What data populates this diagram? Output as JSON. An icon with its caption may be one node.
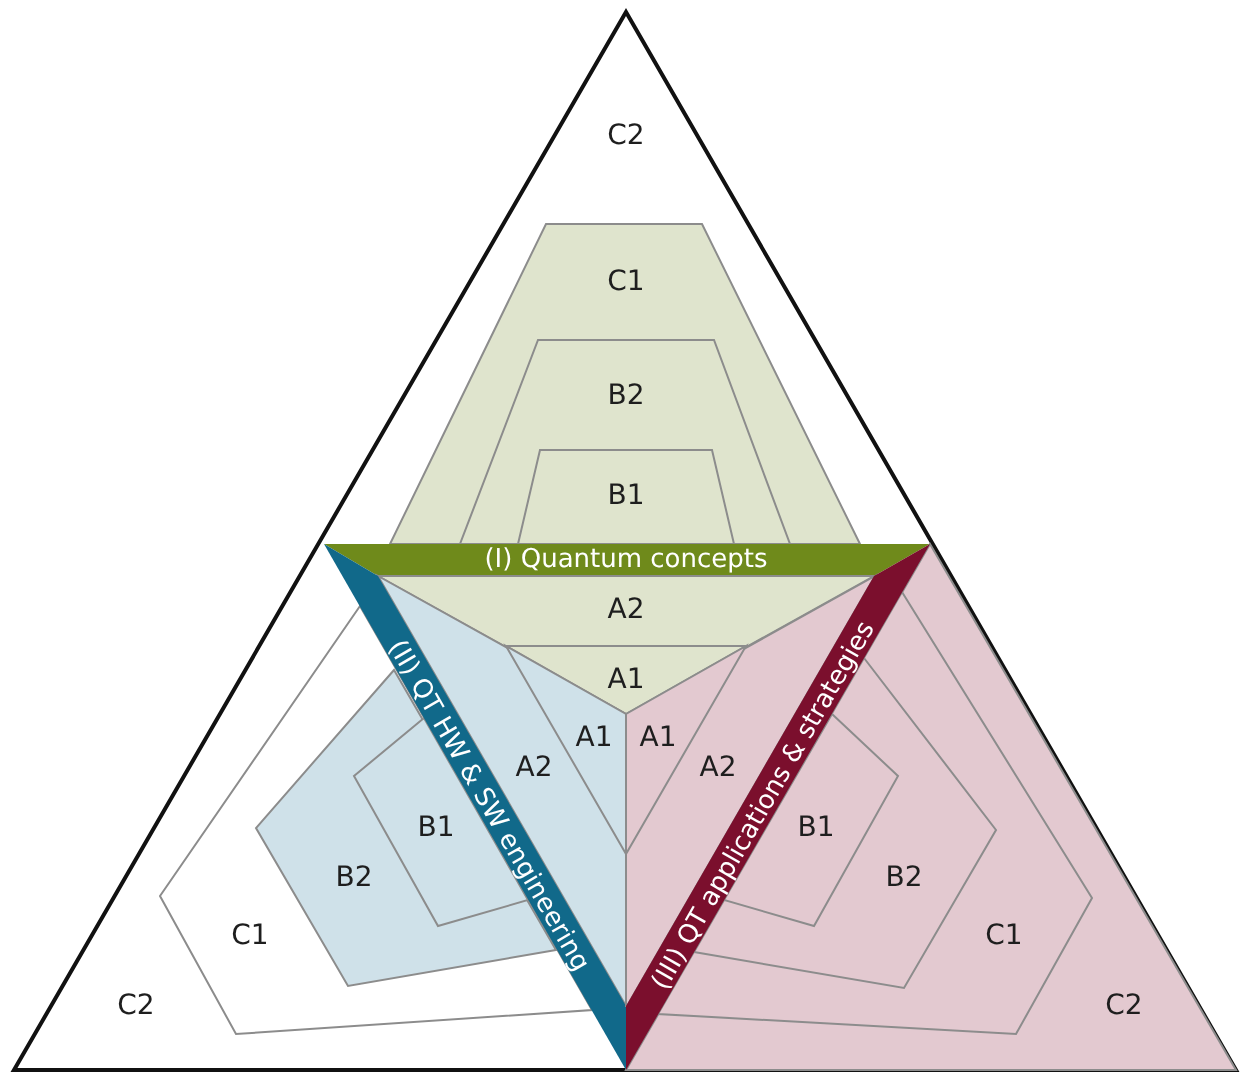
{
  "diagram": {
    "nodes": [
      {
        "text": [
          "C2",
          "C2"
        ]
      },
      {
        "text": [
          "C1"
        ],
        "in": 0
      },
      {
        "text": [
          "B2"
        ],
        "in": 1
      },
      {
        "text": [
          "B1"
        ],
        "in": 2
      },
      {
        "text": [
          "(I) Quantum concepts"
        ],
        "in": 0
      },
      {
        "text": [
          "A2"
        ],
        "in": 0
      },
      {
        "text": [
          "A1"
        ],
        "in": 5
      },
      {
        "text": [
          "C1"
        ],
        "in": 0
      },
      {
        "text": [
          "B2"
        ],
        "in": 7
      },
      {
        "text": [
          "B1"
        ],
        "in": 8
      },
      {
        "text": [
          "A2"
        ],
        "in": 0
      },
      {
        "text": [
          "A1"
        ],
        "in": 10
      },
      {
        "text": [
          "(II) QT HW & SW engineering"
        ],
        "in": 0
      },
      {
        "text": [
          "C2"
        ],
        "in": 0
      },
      {
        "text": [
          "C1"
        ],
        "in": 13
      },
      {
        "text": [
          "B2"
        ],
        "in": 14
      },
      {
        "text": [
          "B1"
        ],
        "in": 15
      },
      {
        "text": [
          "A2"
        ],
        "in": 0
      },
      {
        "text": [
          "A1"
        ],
        "in": 17
      },
      {
        "text": [
          "(III) QT applications & strategies"
        ],
        "in": 0
      }
    ]
  }
}
